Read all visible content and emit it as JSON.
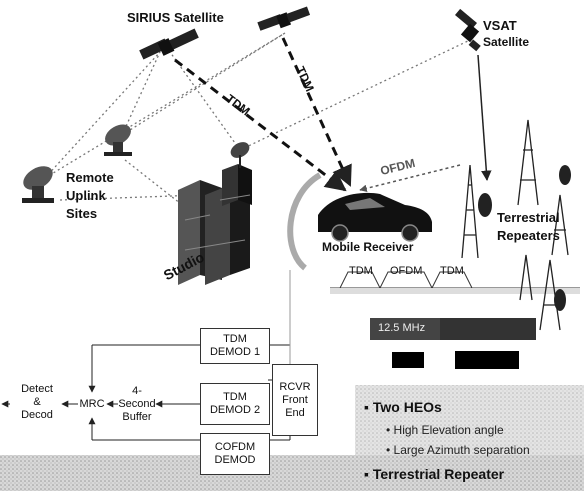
{
  "labels": {
    "sirius_satellite": "SIRIUS Satellite",
    "vsat_satellite_line1": "VSAT",
    "vsat_satellite_line2": "Satellite",
    "remote_line1": "Remote",
    "remote_line2": "Uplink",
    "remote_line3": "Sites",
    "studio": "Studio",
    "mobile_receiver": "Mobile Receiver",
    "terrestrial_line1": "Terrestrial",
    "terrestrial_line2": "Repeaters",
    "tdm_link_left": "TDM",
    "tdm_link_right": "TDM",
    "ofdm_link": "OFDM"
  },
  "spectrum_strip": [
    "TDM",
    "OFDM",
    "TDM"
  ],
  "frequency_bar": {
    "left": "12.5 MHz",
    "right": ""
  },
  "blocks": {
    "tdm_demod1_line1": "TDM",
    "tdm_demod1_line2": "DEMOD 1",
    "tdm_demod2_line1": "TDM",
    "tdm_demod2_line2": "DEMOD 2",
    "cofdm_line1": "COFDM",
    "cofdm_line2": "DEMOD",
    "rcvr_line1": "RCVR",
    "rcvr_line2": "Front",
    "rcvr_line3": "End",
    "buffer_line1": "4-Second",
    "buffer_line2": "Buffer",
    "mrc": "MRC",
    "detect_line1": "Detect",
    "detect_line2": "&",
    "detect_line3": "Decod"
  },
  "bullets": {
    "two_heos": "Two HEOs",
    "high_elevation": "High Elevation angle",
    "large_azimuth": "Large Azimuth separation",
    "terrestrial_repeater": "Terrestrial Repeater"
  }
}
